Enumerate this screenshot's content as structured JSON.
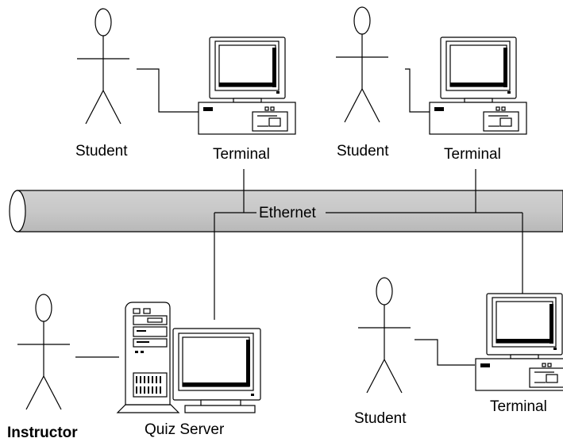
{
  "network": {
    "label": "Ethernet"
  },
  "nodes": {
    "student_1": {
      "label": "Student"
    },
    "terminal_1": {
      "label": "Terminal"
    },
    "student_2": {
      "label": "Student"
    },
    "terminal_2": {
      "label": "Terminal"
    },
    "student_3": {
      "label": "Student"
    },
    "terminal_3": {
      "label": "Terminal"
    },
    "instructor": {
      "label": "Instructor"
    },
    "quiz_server": {
      "label": "Quiz Server"
    }
  }
}
